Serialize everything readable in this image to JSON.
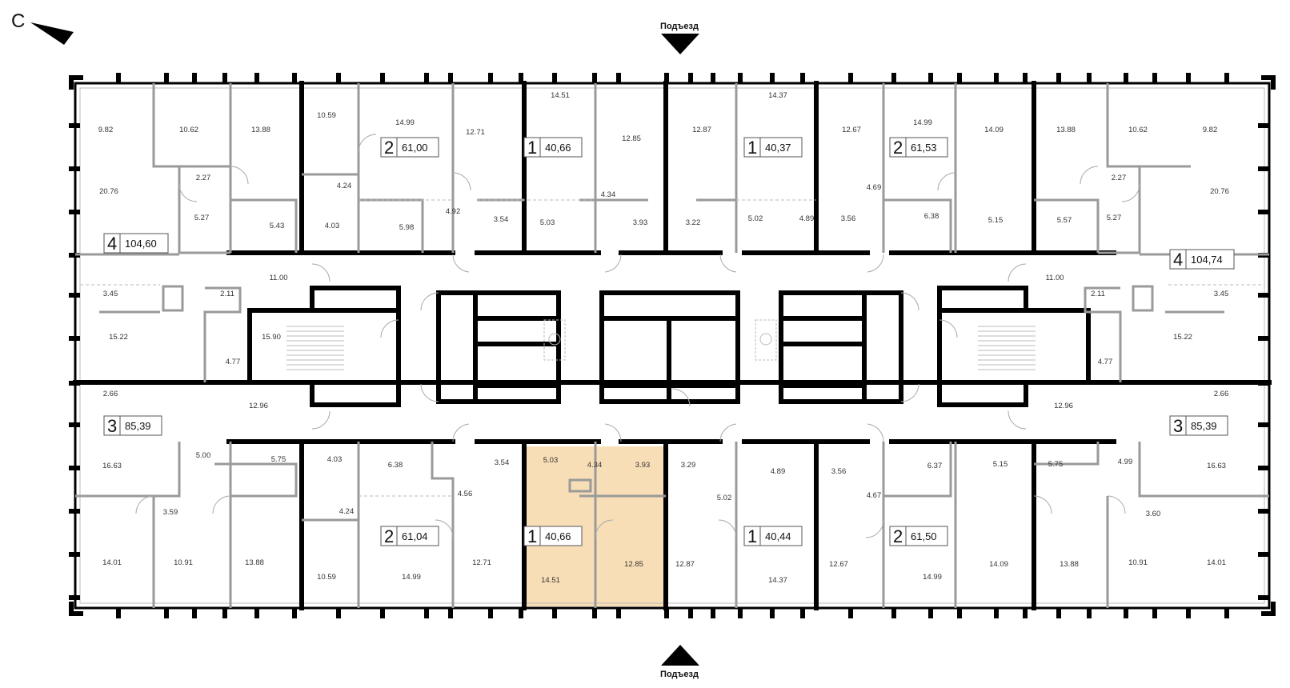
{
  "compass": {
    "label": "С"
  },
  "entrances": {
    "top": "Подъезд",
    "bottom": "Подъезд"
  },
  "colors": {
    "highlight": "#f8deb7",
    "wall": "#000000",
    "partition": "#9a9a9a"
  },
  "apartments": [
    {
      "rooms": "2",
      "area": "61,00"
    },
    {
      "rooms": "1",
      "area": "40,66"
    },
    {
      "rooms": "1",
      "area": "40,37"
    },
    {
      "rooms": "2",
      "area": "61,53"
    },
    {
      "rooms": "4",
      "area": "104,60"
    },
    {
      "rooms": "4",
      "area": "104,74"
    },
    {
      "rooms": "3",
      "area": "85,39"
    },
    {
      "rooms": "3",
      "area": "85,39"
    },
    {
      "rooms": "2",
      "area": "61,04"
    },
    {
      "rooms": "1",
      "area": "40,66"
    },
    {
      "rooms": "1",
      "area": "40,44"
    },
    {
      "rooms": "2",
      "area": "61,50"
    }
  ],
  "rooms": [
    "9.82",
    "10.62",
    "13.88",
    "10.59",
    "14.99",
    "12.71",
    "14.51",
    "12.85",
    "12.87",
    "14.37",
    "12.67",
    "14.99",
    "14.09",
    "13.88",
    "10.62",
    "9.82",
    "2.27",
    "2.27",
    "20.76",
    "20.76",
    "4.24",
    "4.34",
    "4.69",
    "5.27",
    "5.43",
    "4.03",
    "5.98",
    "4.92",
    "3.54",
    "5.03",
    "3.93",
    "3.22",
    "5.02",
    "4.89",
    "3.56",
    "6.38",
    "5.15",
    "5.57",
    "5.27",
    "11.00",
    "11.00",
    "3.45",
    "2.11",
    "3.45",
    "2.11",
    "15.22",
    "15.90",
    "15.22",
    "4.77",
    "4.77",
    "2.66",
    "12.96",
    "12.96",
    "2.66",
    "5.00",
    "5.75",
    "4.03",
    "6.38",
    "3.54",
    "5.03",
    "4.34",
    "3.93",
    "3.29",
    "4.89",
    "3.56",
    "6.37",
    "5.15",
    "5.75",
    "4.99",
    "16.63",
    "16.63",
    "4.56",
    "5.02",
    "4.67",
    "3.59",
    "4.24",
    "3.60",
    "14.01",
    "10.91",
    "13.88",
    "10.59",
    "14.99",
    "12.71",
    "14.51",
    "12.85",
    "12.87",
    "14.37",
    "12.67",
    "14.99",
    "14.09",
    "13.88",
    "10.91",
    "14.01"
  ]
}
